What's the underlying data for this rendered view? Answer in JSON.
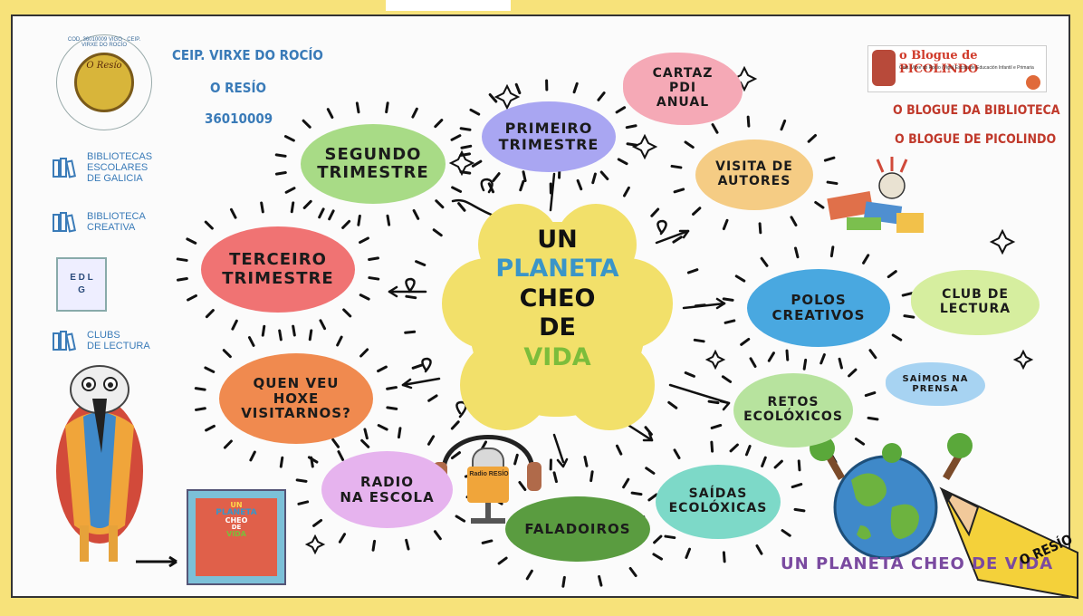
{
  "school": {
    "logo_ring_text": "COD. 36010009 VIGO · CEIP. VIRXE DO ROCÍO",
    "logo_name": "O Resío",
    "name": "CEIP. VIRXE DO ROCÍO",
    "place": "O RESÍO",
    "code": "36010009"
  },
  "sidebar": {
    "items": [
      {
        "label_line1": "BIBLIOTECAS",
        "label_line2": "ESCOLARES",
        "label_line3": "DE GALICIA",
        "icon": "books-icon"
      },
      {
        "label_line1": "BIBLIOTECA",
        "label_line2": "CREATIVA",
        "icon": "books-icon"
      },
      {
        "label_line1": "CLUBS",
        "label_line2": "DE LECTURA",
        "icon": "books-icon"
      }
    ],
    "edlg_badge": "E D L G"
  },
  "center": {
    "line1": "UN",
    "line2": "PLANETA",
    "line3": "CHEO",
    "line4": "DE",
    "line5": "VIDA"
  },
  "nodes": {
    "primeiro": {
      "line1": "PRIMEIRO",
      "line2": "TRIMESTRE"
    },
    "segundo": {
      "line1": "SEGUNDO",
      "line2": "TRIMESTRE"
    },
    "terceiro": {
      "line1": "TERCEIRO",
      "line2": "TRIMESTRE"
    },
    "quen": {
      "line1": "QUEN VEU",
      "line2": "HOXE",
      "line3": "VISITARNOS?"
    },
    "radio": {
      "line1": "RADIO",
      "line2": "NA ESCOLA"
    },
    "faladoiros": {
      "line1": "FALADOIROS"
    },
    "saidas": {
      "line1": "SAÍDAS",
      "line2": "ECOLÓXICAS"
    },
    "retos": {
      "line1": "RETOS",
      "line2": "ECOLÓXICOS"
    },
    "polos": {
      "line1": "POLOS",
      "line2": "CREATIVOS"
    },
    "visita": {
      "line1": "VISITA DE",
      "line2": "AUTORES"
    },
    "cartaz": {
      "line1": "CARTAZ",
      "line2": "PDI",
      "line3": "ANUAL"
    },
    "club": {
      "line1": "CLUB DE",
      "line2": "LECTURA"
    },
    "saimos": {
      "line1": "SAÍMOS NA",
      "line2": "PRENSA"
    }
  },
  "links": {
    "blog_banner": "o Blogue de PICOLINDO",
    "blog_banner_sub": "Ceip. Virxe do Rocío (Vigo) Escola de Educación Infantil e Primaria",
    "blogue_biblioteca": "O BLOGUE DA BIBLIOTECA",
    "blogue_picolindo": "O BLOGUE DE PICOLINDO"
  },
  "book_cover": {
    "line1": "UN",
    "line2": "PLANETA",
    "line3": "CHEO",
    "line4": "DE",
    "line5": "VIDA"
  },
  "radio_mic_label": "Radio RESÍO",
  "bottom_title": "UN PLANETA CHEO DE VIDA",
  "pencil_label": "O RESÍO",
  "colors": {
    "background": "#f7e27a",
    "board": "#fbfbfb",
    "blue_text": "#3a7bb8",
    "red_text": "#c0392b",
    "center_fill": "#f2e06a",
    "planeta": "#3a95c8",
    "vida": "#7cbd3b"
  }
}
